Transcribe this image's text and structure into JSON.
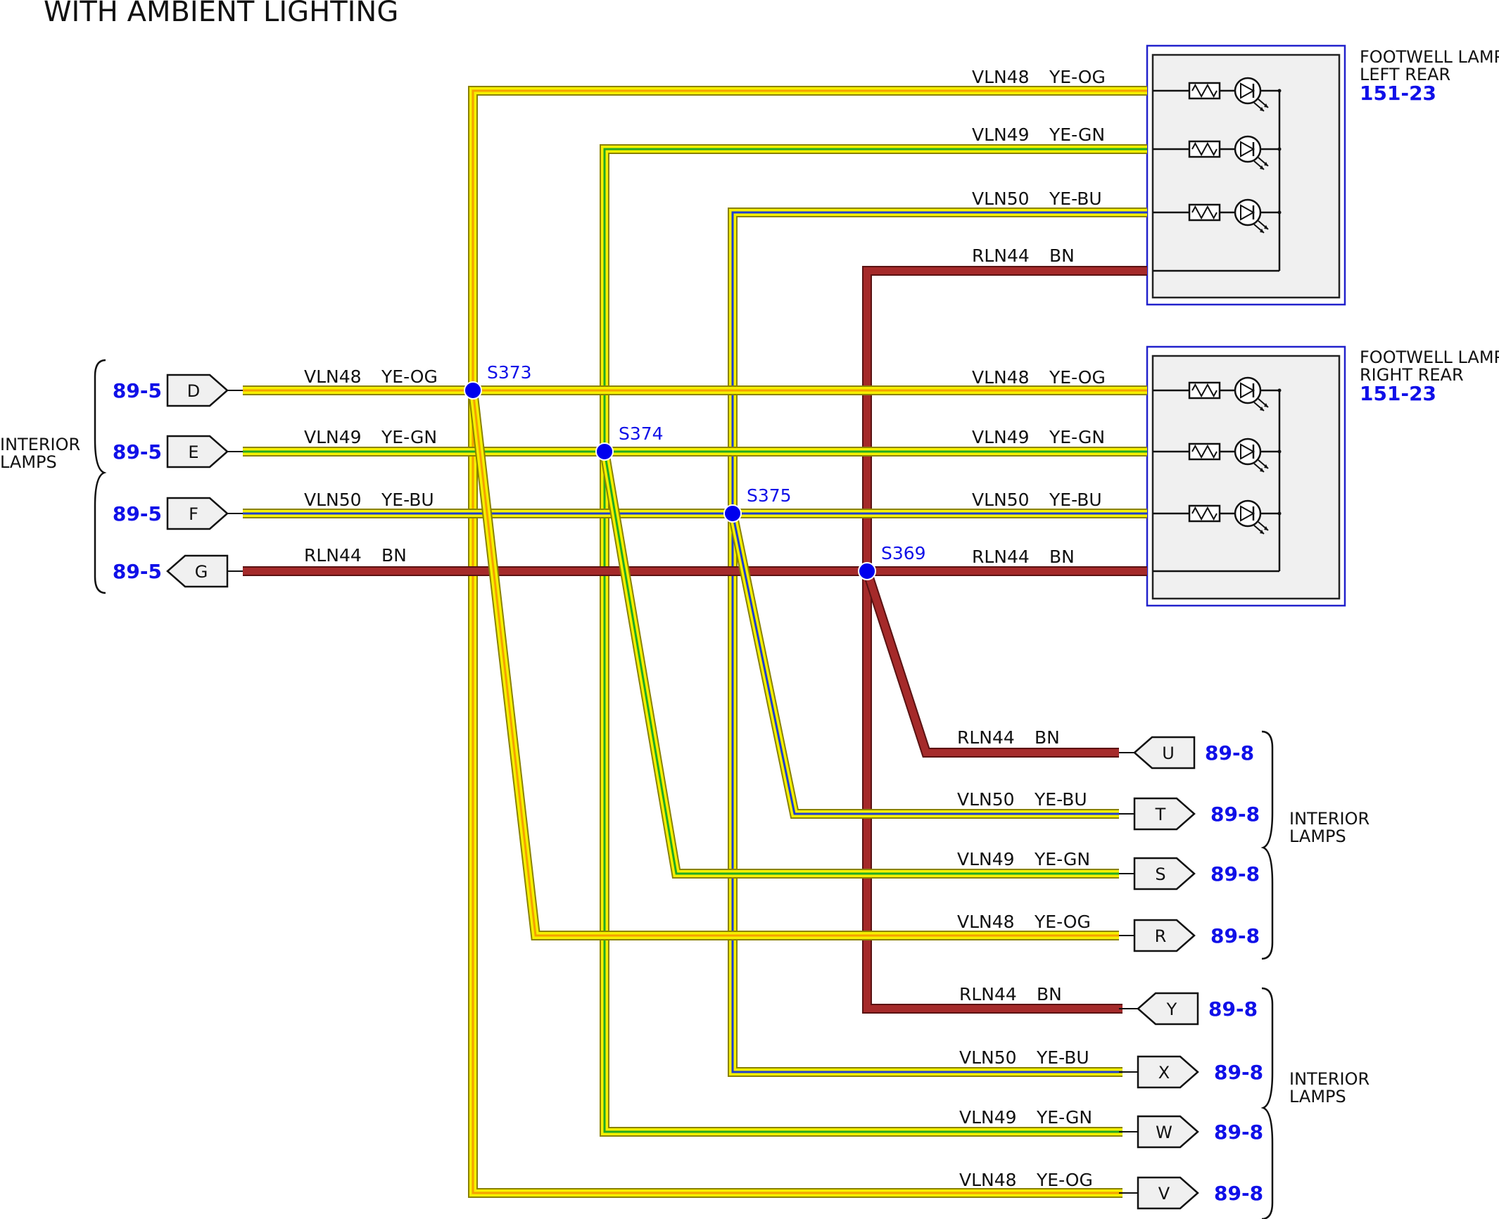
{
  "title": "WITH AMBIENT LIGHTING",
  "colors": {
    "yellow": "#f5f000",
    "yellow_edge": "#8a8200",
    "orange_stripe": "#f5a000",
    "green_stripe": "#22aa22",
    "blue_stripe": "#1f3fcf",
    "brown": "#a52a2a",
    "brown_edge": "#5a1212",
    "splice": "#0000ee",
    "component_border": "#2222cc",
    "component_fill": "#f0f0f0",
    "ref_text": "#1010e8"
  },
  "wire_types": {
    "VLN48": {
      "circuit": "VLN48",
      "color_code": "YE-OG",
      "stripe": "orange_stripe"
    },
    "VLN49": {
      "circuit": "VLN49",
      "color_code": "YE-GN",
      "stripe": "green_stripe"
    },
    "VLN50": {
      "circuit": "VLN50",
      "color_code": "YE-BU",
      "stripe": "blue_stripe"
    },
    "RLN44": {
      "circuit": "RLN44",
      "color_code": "BN",
      "stripe": null
    }
  },
  "splices": [
    {
      "id": "S373",
      "wire": "VLN48"
    },
    {
      "id": "S374",
      "wire": "VLN49"
    },
    {
      "id": "S375",
      "wire": "VLN50"
    },
    {
      "id": "S369",
      "wire": "RLN44"
    }
  ],
  "components": [
    {
      "id": "footwell-lamp-left-rear",
      "name_line1": "FOOTWELL LAMP,",
      "name_line2": "LEFT REAR",
      "ref": "151-23"
    },
    {
      "id": "footwell-lamp-right-rear",
      "name_line1": "FOOTWELL LAMP,",
      "name_line2": "RIGHT REAR",
      "ref": "151-23"
    }
  ],
  "left_connectors": [
    {
      "pin": "D",
      "ref": "89-5",
      "wire": "VLN48",
      "direction": "out"
    },
    {
      "pin": "E",
      "ref": "89-5",
      "wire": "VLN49",
      "direction": "out"
    },
    {
      "pin": "F",
      "ref": "89-5",
      "wire": "VLN50",
      "direction": "out"
    },
    {
      "pin": "G",
      "ref": "89-5",
      "wire": "RLN44",
      "direction": "in"
    }
  ],
  "right_connectors": [
    {
      "pin": "U",
      "ref": "89-8",
      "wire": "RLN44",
      "direction": "in"
    },
    {
      "pin": "T",
      "ref": "89-8",
      "wire": "VLN50",
      "direction": "out"
    },
    {
      "pin": "S",
      "ref": "89-8",
      "wire": "VLN49",
      "direction": "out"
    },
    {
      "pin": "R",
      "ref": "89-8",
      "wire": "VLN48",
      "direction": "out"
    },
    {
      "pin": "Y",
      "ref": "89-8",
      "wire": "RLN44",
      "direction": "in"
    },
    {
      "pin": "X",
      "ref": "89-8",
      "wire": "VLN50",
      "direction": "out"
    },
    {
      "pin": "W",
      "ref": "89-8",
      "wire": "VLN49",
      "direction": "out"
    },
    {
      "pin": "V",
      "ref": "89-8",
      "wire": "VLN48",
      "direction": "out"
    }
  ],
  "groups": [
    {
      "id": "left",
      "line1": "INTERIOR",
      "line2": "LAMPS"
    },
    {
      "id": "right-upper",
      "line1": "INTERIOR",
      "line2": "LAMPS"
    },
    {
      "id": "right-lower",
      "line1": "INTERIOR",
      "line2": "LAMPS"
    }
  ]
}
